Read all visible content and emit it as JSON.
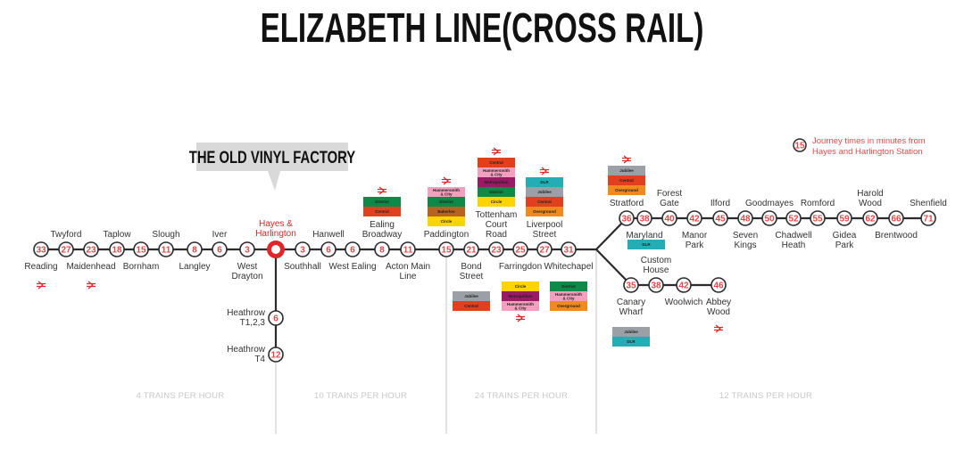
{
  "title": "ELIZABETH LINE(CROSS RAIL)",
  "callout": "THE OLD VINYL FACTORY",
  "legend": {
    "sample_value": "15",
    "line1": "Journey times in minutes from",
    "line2": "Hayes and Harlington Station"
  },
  "colors": {
    "line": "#2b2b2b",
    "accent": "#e0262a",
    "time_text": "#e8484a",
    "divider": "#d0d0d0",
    "section_text": "#c8c8c8"
  },
  "line_colors": {
    "District": "#0d8a47",
    "Central": "#e1401f",
    "Hammersmith & City": "#f2a0bd",
    "Bakerloo": "#b8621f",
    "Circle": "#fdd400",
    "Metropolitan": "#9a1a66",
    "DLR": "#24adb5",
    "Jubilee": "#9aa0a6",
    "Overground": "#f08a1c"
  },
  "sections": [
    {
      "label": "4 TRAINS PER HOUR"
    },
    {
      "label": "10 TRAINS PER HOUR"
    },
    {
      "label": "24 TRAINS PER HOUR"
    },
    {
      "label": "12 TRAINS PER HOUR"
    }
  ],
  "hub": {
    "name": "Hayes & Harlington",
    "lines": [
      "Hayes &",
      "Harlington"
    ]
  },
  "main_stations": [
    {
      "name": "Reading",
      "time": "33",
      "label_pos": "below",
      "rail": true
    },
    {
      "name": "Twyford",
      "time": "27",
      "label_pos": "above"
    },
    {
      "name": "Maidenhead",
      "time": "23",
      "label_pos": "below",
      "rail": true
    },
    {
      "name": "Taplow",
      "time": "18",
      "label_pos": "above"
    },
    {
      "name": "Bornham",
      "time": "15",
      "label_pos": "below"
    },
    {
      "name": "Slough",
      "time": "11",
      "label_pos": "above"
    },
    {
      "name": "Langley",
      "time": "8",
      "label_pos": "below"
    },
    {
      "name": "Iver",
      "time": "6",
      "label_pos": "above"
    },
    {
      "name": "West Drayton",
      "time": "3",
      "label_pos": "below"
    },
    {
      "name": "Southhall",
      "time": "3",
      "label_pos": "below"
    },
    {
      "name": "Hanwell",
      "time": "6",
      "label_pos": "above"
    },
    {
      "name": "West Ealing",
      "time": "6",
      "label_pos": "below"
    },
    {
      "name": "Ealing Broadway",
      "time": "8",
      "label_pos": "above",
      "rail": true,
      "connections": [
        "District",
        "Central"
      ]
    },
    {
      "name": "Acton Main Line",
      "time": "11",
      "label_pos": "below"
    },
    {
      "name": "Paddington",
      "time": "15",
      "label_pos": "above",
      "rail": true,
      "connections": [
        "Hammersmith & City",
        "District",
        "Bakerloo",
        "Circle"
      ]
    },
    {
      "name": "Bond Street",
      "time": "21",
      "label_pos": "below",
      "connections": [
        "Jubilee",
        "Central"
      ]
    },
    {
      "name": "Tottenham Court Road",
      "time": "23",
      "label_pos": "above",
      "rail": true,
      "connections": [
        "Central",
        "Hammersmith & City",
        "Metropolitan",
        "District",
        "Circle"
      ]
    },
    {
      "name": "Farringdon",
      "time": "25",
      "label_pos": "below",
      "rail": true,
      "connections": [
        "Circle",
        "Metropolitan",
        "Hammersmith & City"
      ]
    },
    {
      "name": "Liverpool Street",
      "time": "27",
      "label_pos": "above",
      "rail": true,
      "connections": [
        "DLR",
        "Jubilee",
        "Central",
        "Overground"
      ]
    },
    {
      "name": "Whitechapel",
      "time": "31",
      "label_pos": "below",
      "connections": [
        "District",
        "Hammersmith & City",
        "Overground"
      ]
    }
  ],
  "heathrow_branch": [
    {
      "name": "Heathrow T1,2,3",
      "time": "6"
    },
    {
      "name": "Heathrow T4",
      "time": "12"
    }
  ],
  "shenfield_branch": [
    {
      "name": "Stratford",
      "time": "36",
      "label_pos": "above",
      "rail": true,
      "connections": [
        "Jubilee",
        "Central",
        "Overground"
      ]
    },
    {
      "name": "Maryland",
      "time": "38",
      "label_pos": "below",
      "connections": [
        "DLR"
      ]
    },
    {
      "name": "Forest Gate",
      "time": "40",
      "label_pos": "above"
    },
    {
      "name": "Manor Park",
      "time": "42",
      "label_pos": "below"
    },
    {
      "name": "Ilford",
      "time": "45",
      "label_pos": "above"
    },
    {
      "name": "Seven Kings",
      "time": "48",
      "label_pos": "below"
    },
    {
      "name": "Goodmayes",
      "time": "50",
      "label_pos": "above"
    },
    {
      "name": "Chadwell Heath",
      "time": "52",
      "label_pos": "below"
    },
    {
      "name": "Romford",
      "time": "55",
      "label_pos": "above"
    },
    {
      "name": "Gidea Park",
      "time": "59",
      "label_pos": "below"
    },
    {
      "name": "Harold Wood",
      "time": "62",
      "label_pos": "above"
    },
    {
      "name": "Brentwood",
      "time": "66",
      "label_pos": "below"
    },
    {
      "name": "Shenfield",
      "time": "71",
      "label_pos": "above"
    }
  ],
  "abbey_wood_branch": [
    {
      "name": "Canary Wharf",
      "time": "35",
      "label_pos": "below",
      "connections": [
        "Jubilee",
        "DLR"
      ]
    },
    {
      "name": "Custom House",
      "time": "38",
      "label_pos": "above"
    },
    {
      "name": "Woolwich",
      "time": "42",
      "label_pos": "below"
    },
    {
      "name": "Abbey Wood",
      "time": "46",
      "label_pos": "below",
      "rail": true
    }
  ]
}
